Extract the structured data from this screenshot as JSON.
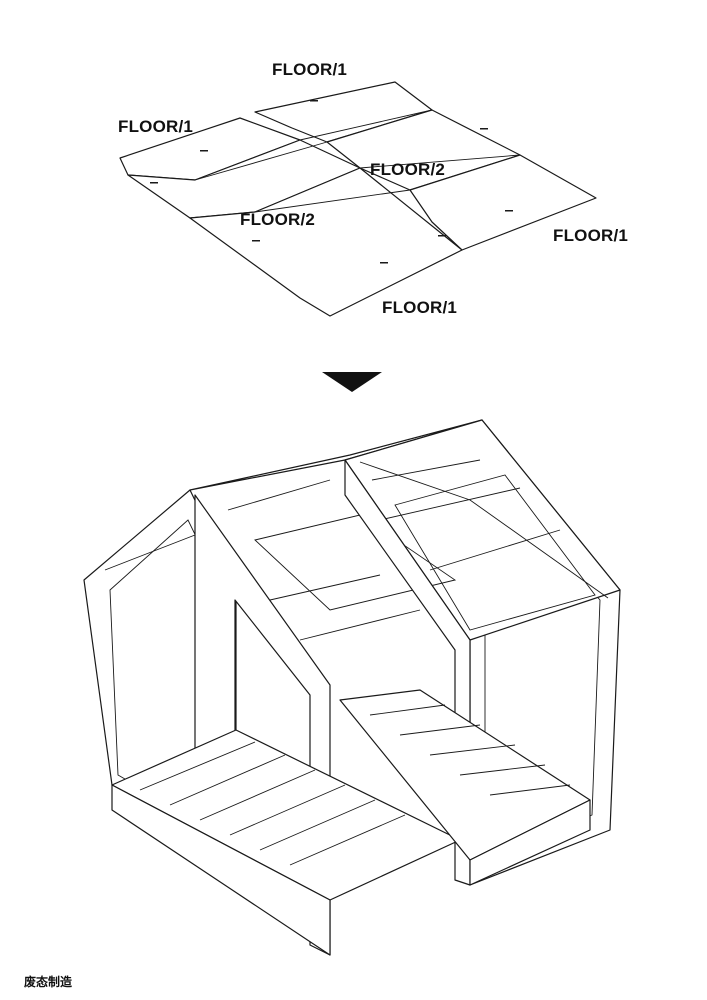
{
  "floor_plan": {
    "labels": [
      "FLOOR/1",
      "FLOOR/1",
      "FLOOR/2",
      "FLOOR/2",
      "FLOOR/1",
      "FLOOR/1"
    ]
  },
  "arrow": {
    "direction": "down",
    "color": "#111111"
  },
  "footer": {
    "credit": "废态制造"
  }
}
